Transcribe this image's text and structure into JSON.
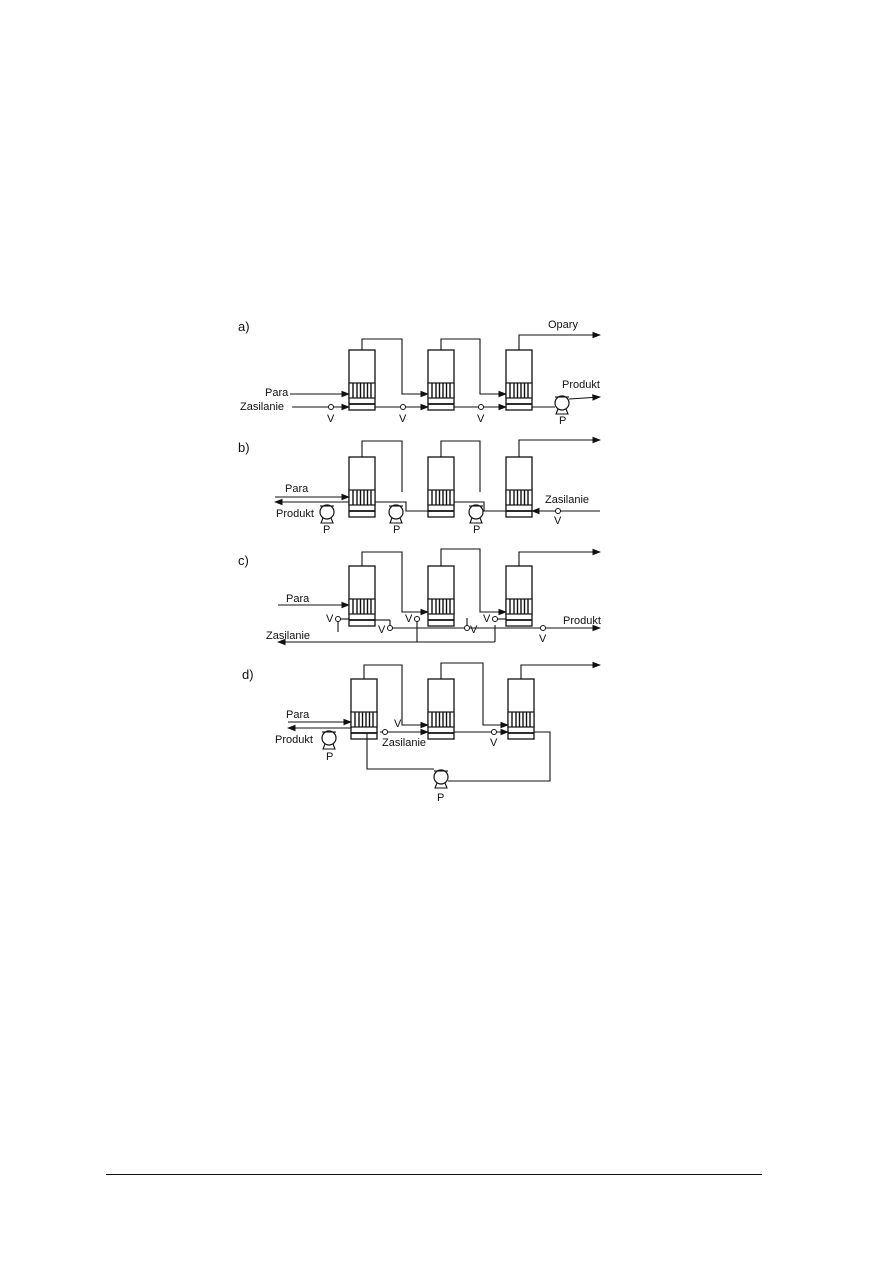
{
  "figure": {
    "panels": [
      {
        "id": "a",
        "label": "a)",
        "labels": {
          "vapor": "Opary",
          "steam": "Para",
          "feed": "Zasilanie",
          "product": "Produkt",
          "valve": "V",
          "pump": "P"
        }
      },
      {
        "id": "b",
        "label": "b)",
        "labels": {
          "steam": "Para",
          "product": "Produkt",
          "feed": "Zasilanie",
          "valve": "V",
          "pump": "P"
        }
      },
      {
        "id": "c",
        "label": "c)",
        "labels": {
          "steam": "Para",
          "feed": "Zasilanie",
          "product": "Produkt",
          "valve": "V"
        }
      },
      {
        "id": "d",
        "label": "d)",
        "labels": {
          "steam": "Para",
          "product": "Produkt",
          "feed": "Zasilanie",
          "valve": "V",
          "pump": "P"
        }
      }
    ]
  }
}
